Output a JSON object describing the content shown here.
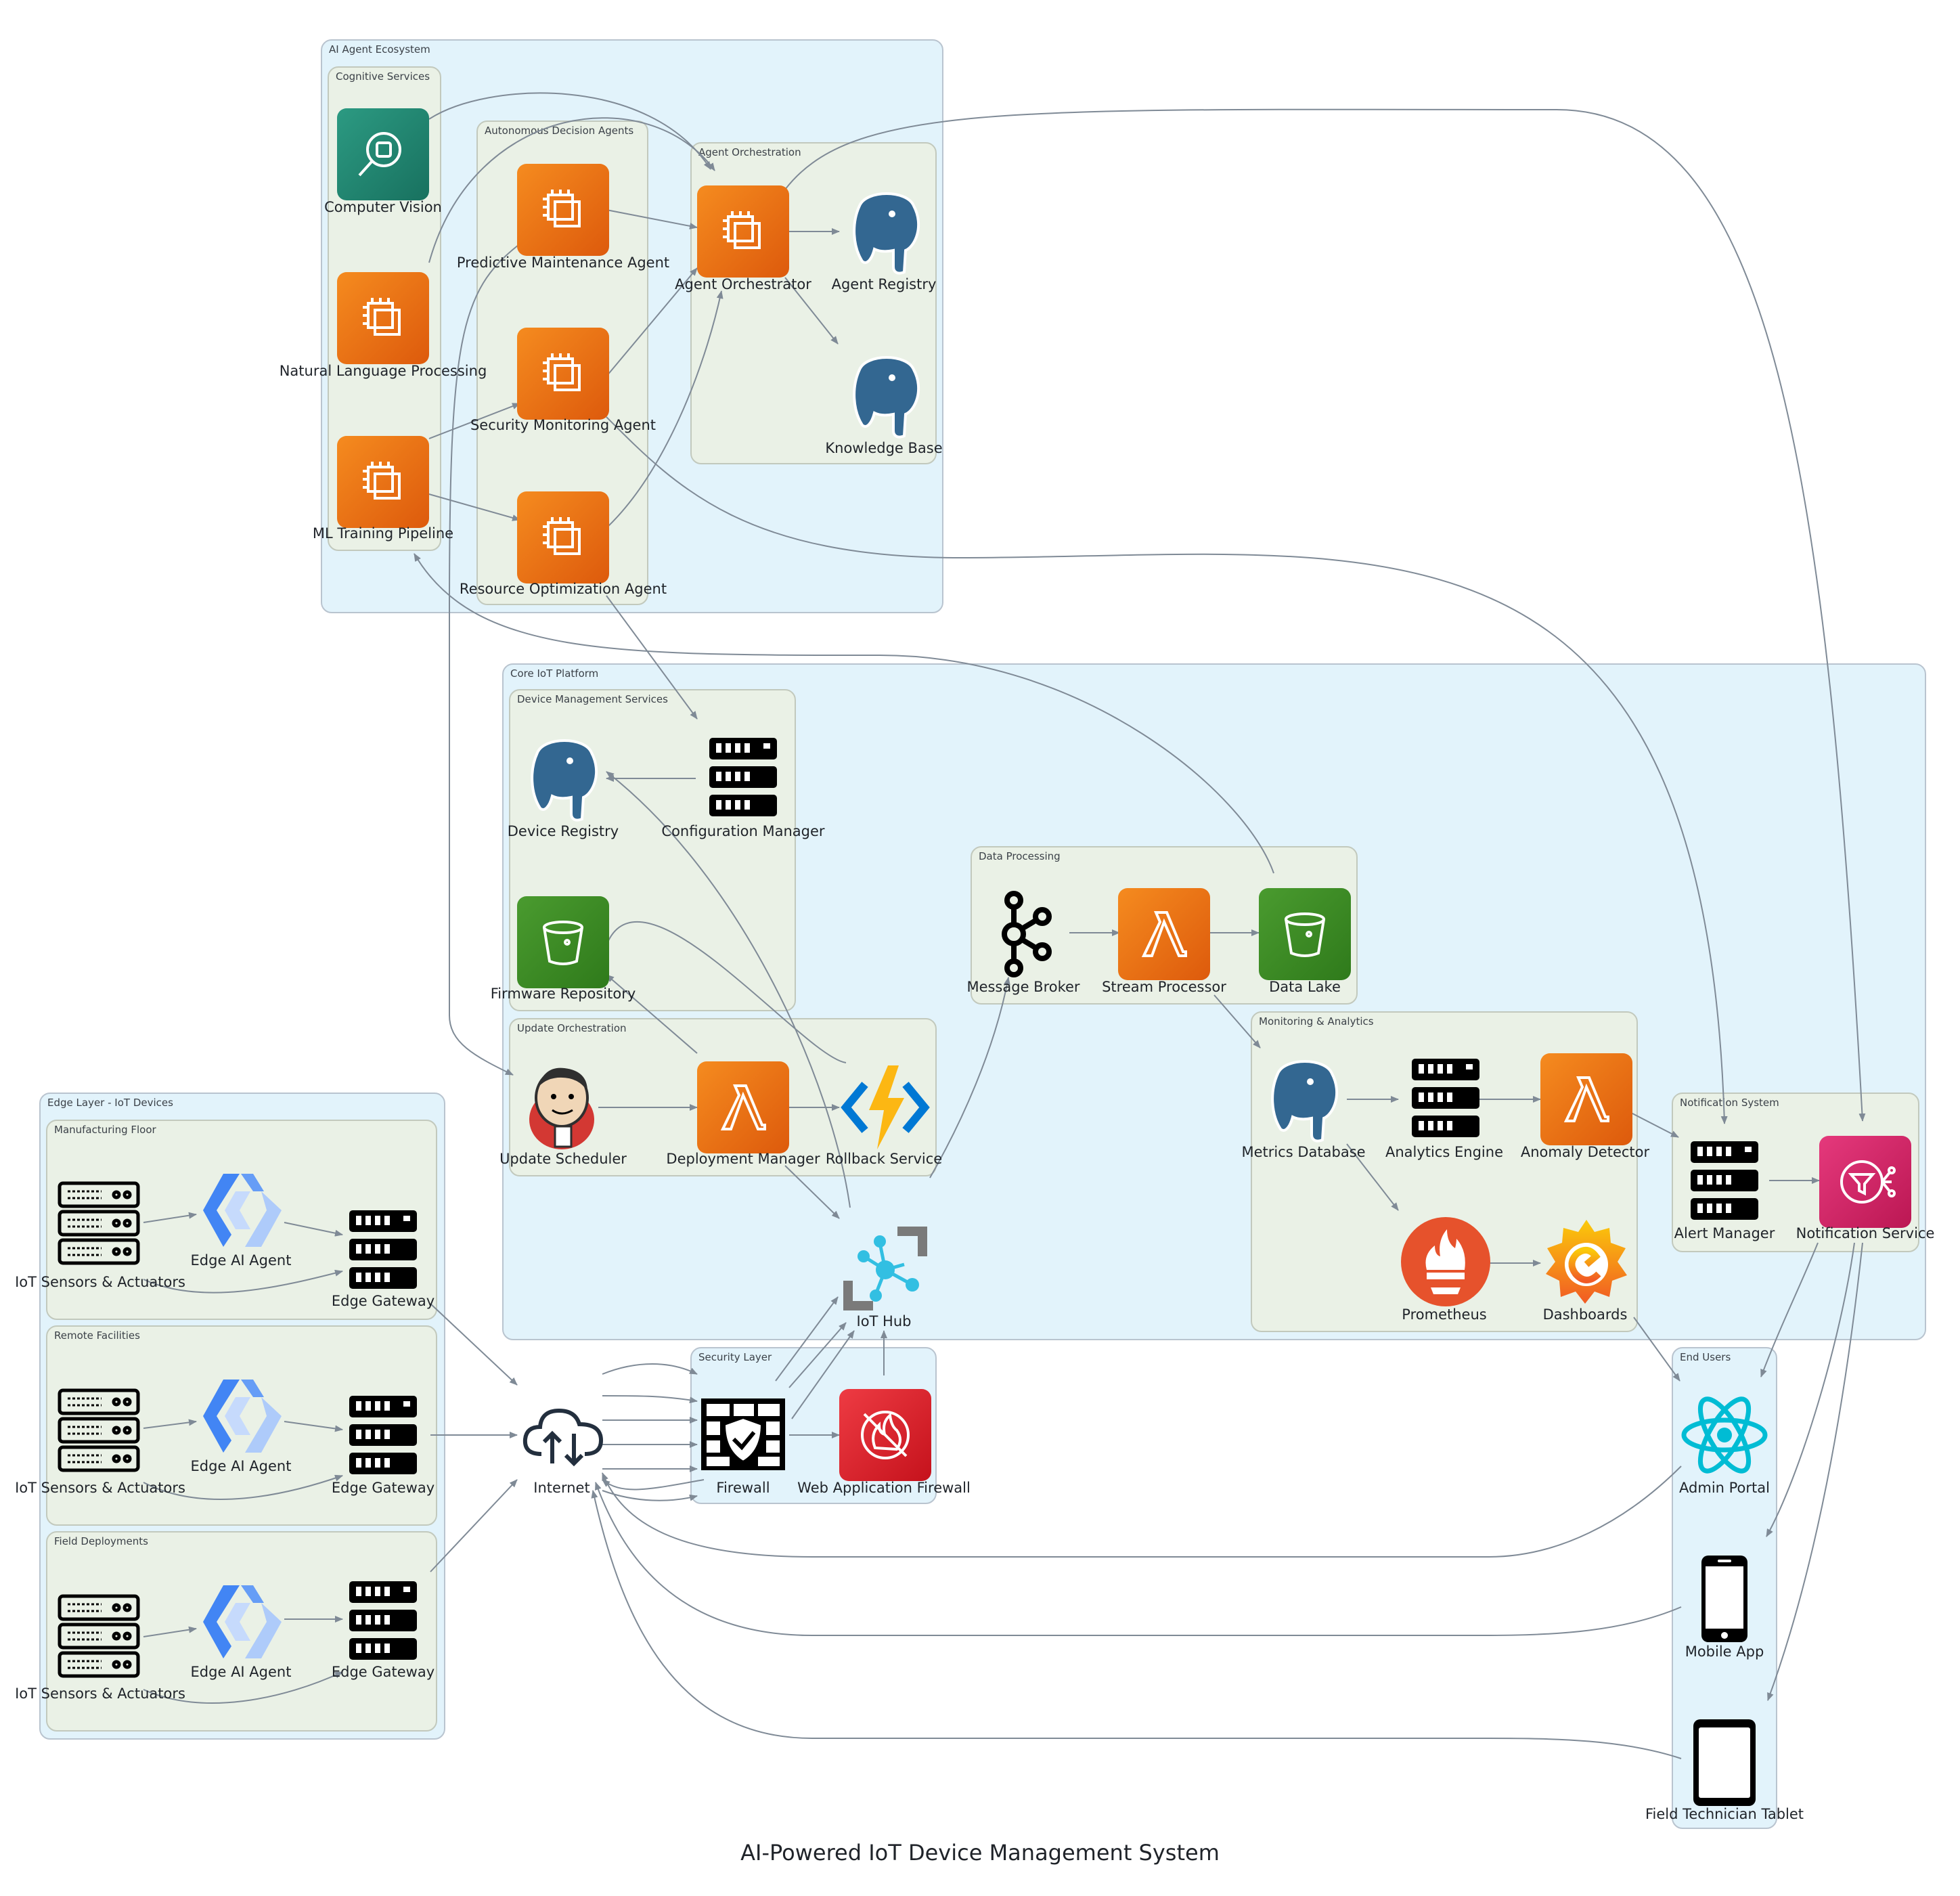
{
  "title": "AI-Powered IoT Device Management System",
  "clusters": {
    "ai_agent_ecosystem": "AI Agent Ecosystem",
    "cognitive_services": "Cognitive Services",
    "autonomous_decision_agents": "Autonomous Decision Agents",
    "agent_orchestration": "Agent Orchestration",
    "core_iot_platform": "Core IoT Platform",
    "device_management_services": "Device Management Services",
    "data_processing": "Data Processing",
    "update_orchestration": "Update Orchestration",
    "monitoring_analytics": "Monitoring & Analytics",
    "notification_system": "Notification System",
    "edge_layer": "Edge Layer - IoT Devices",
    "manufacturing_floor": "Manufacturing Floor",
    "remote_facilities": "Remote Facilities",
    "field_deployments": "Field Deployments",
    "security_layer": "Security Layer",
    "end_users": "End Users"
  },
  "nodes": {
    "computer_vision": "Computer Vision",
    "nlp": "Natural Language Processing",
    "ml_training": "ML Training Pipeline",
    "predictive_maintenance": "Predictive Maintenance Agent",
    "security_monitoring": "Security Monitoring Agent",
    "resource_optimization": "Resource Optimization Agent",
    "agent_orchestrator": "Agent Orchestrator",
    "agent_registry": "Agent Registry",
    "knowledge_base": "Knowledge Base",
    "device_registry": "Device Registry",
    "configuration_manager": "Configuration Manager",
    "firmware_repository": "Firmware Repository",
    "message_broker": "Message Broker",
    "stream_processor": "Stream Processor",
    "data_lake": "Data Lake",
    "update_scheduler": "Update Scheduler",
    "deployment_manager": "Deployment Manager",
    "rollback_service": "Rollback Service",
    "metrics_database": "Metrics Database",
    "analytics_engine": "Analytics Engine",
    "anomaly_detector": "Anomaly Detector",
    "prometheus": "Prometheus",
    "dashboards": "Dashboards",
    "iot_hub": "IoT Hub",
    "alert_manager": "Alert Manager",
    "notification_service": "Notification Service",
    "mf_sensors": "IoT Sensors & Actuators",
    "mf_edge_ai": "Edge AI Agent",
    "mf_gateway": "Edge Gateway",
    "rf_sensors": "IoT Sensors & Actuators",
    "rf_edge_ai": "Edge AI Agent",
    "rf_gateway": "Edge Gateway",
    "fd_sensors": "IoT Sensors & Actuators",
    "fd_edge_ai": "Edge AI Agent",
    "fd_gateway": "Edge Gateway",
    "internet": "Internet",
    "firewall": "Firewall",
    "waf": "Web Application Firewall",
    "admin_portal": "Admin Portal",
    "mobile_app": "Mobile App",
    "field_tablet": "Field Technician Tablet"
  },
  "colors": {
    "outer_cluster": "#e2f3fb",
    "inner_cluster": "#eaf1e6",
    "edge": "#7f8a96",
    "aws_compute": "#ed7100",
    "aws_storage": "#3f8624",
    "postgres": "#336791"
  }
}
